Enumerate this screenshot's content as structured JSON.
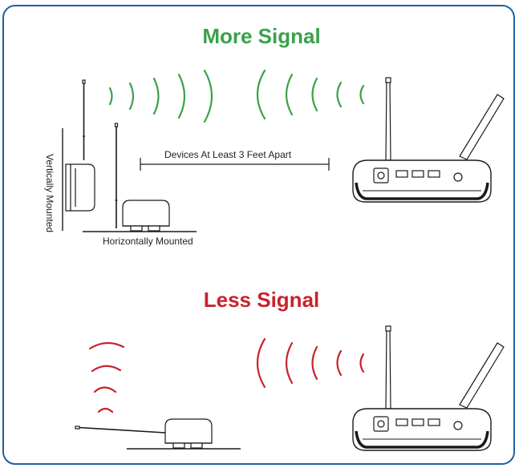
{
  "headings": {
    "more_signal": "More Signal",
    "less_signal": "Less Signal"
  },
  "labels": {
    "devices_apart": "Devices At Least 3 Feet Apart",
    "vertically_mounted": "Vertically Mounted",
    "horizontally_mounted": "Horizontally Mounted"
  },
  "colors": {
    "frame_border": "#1f5fa8",
    "more_signal": "#3aa14a",
    "less_signal": "#c8232c",
    "line_art": "#1a1a1a"
  }
}
